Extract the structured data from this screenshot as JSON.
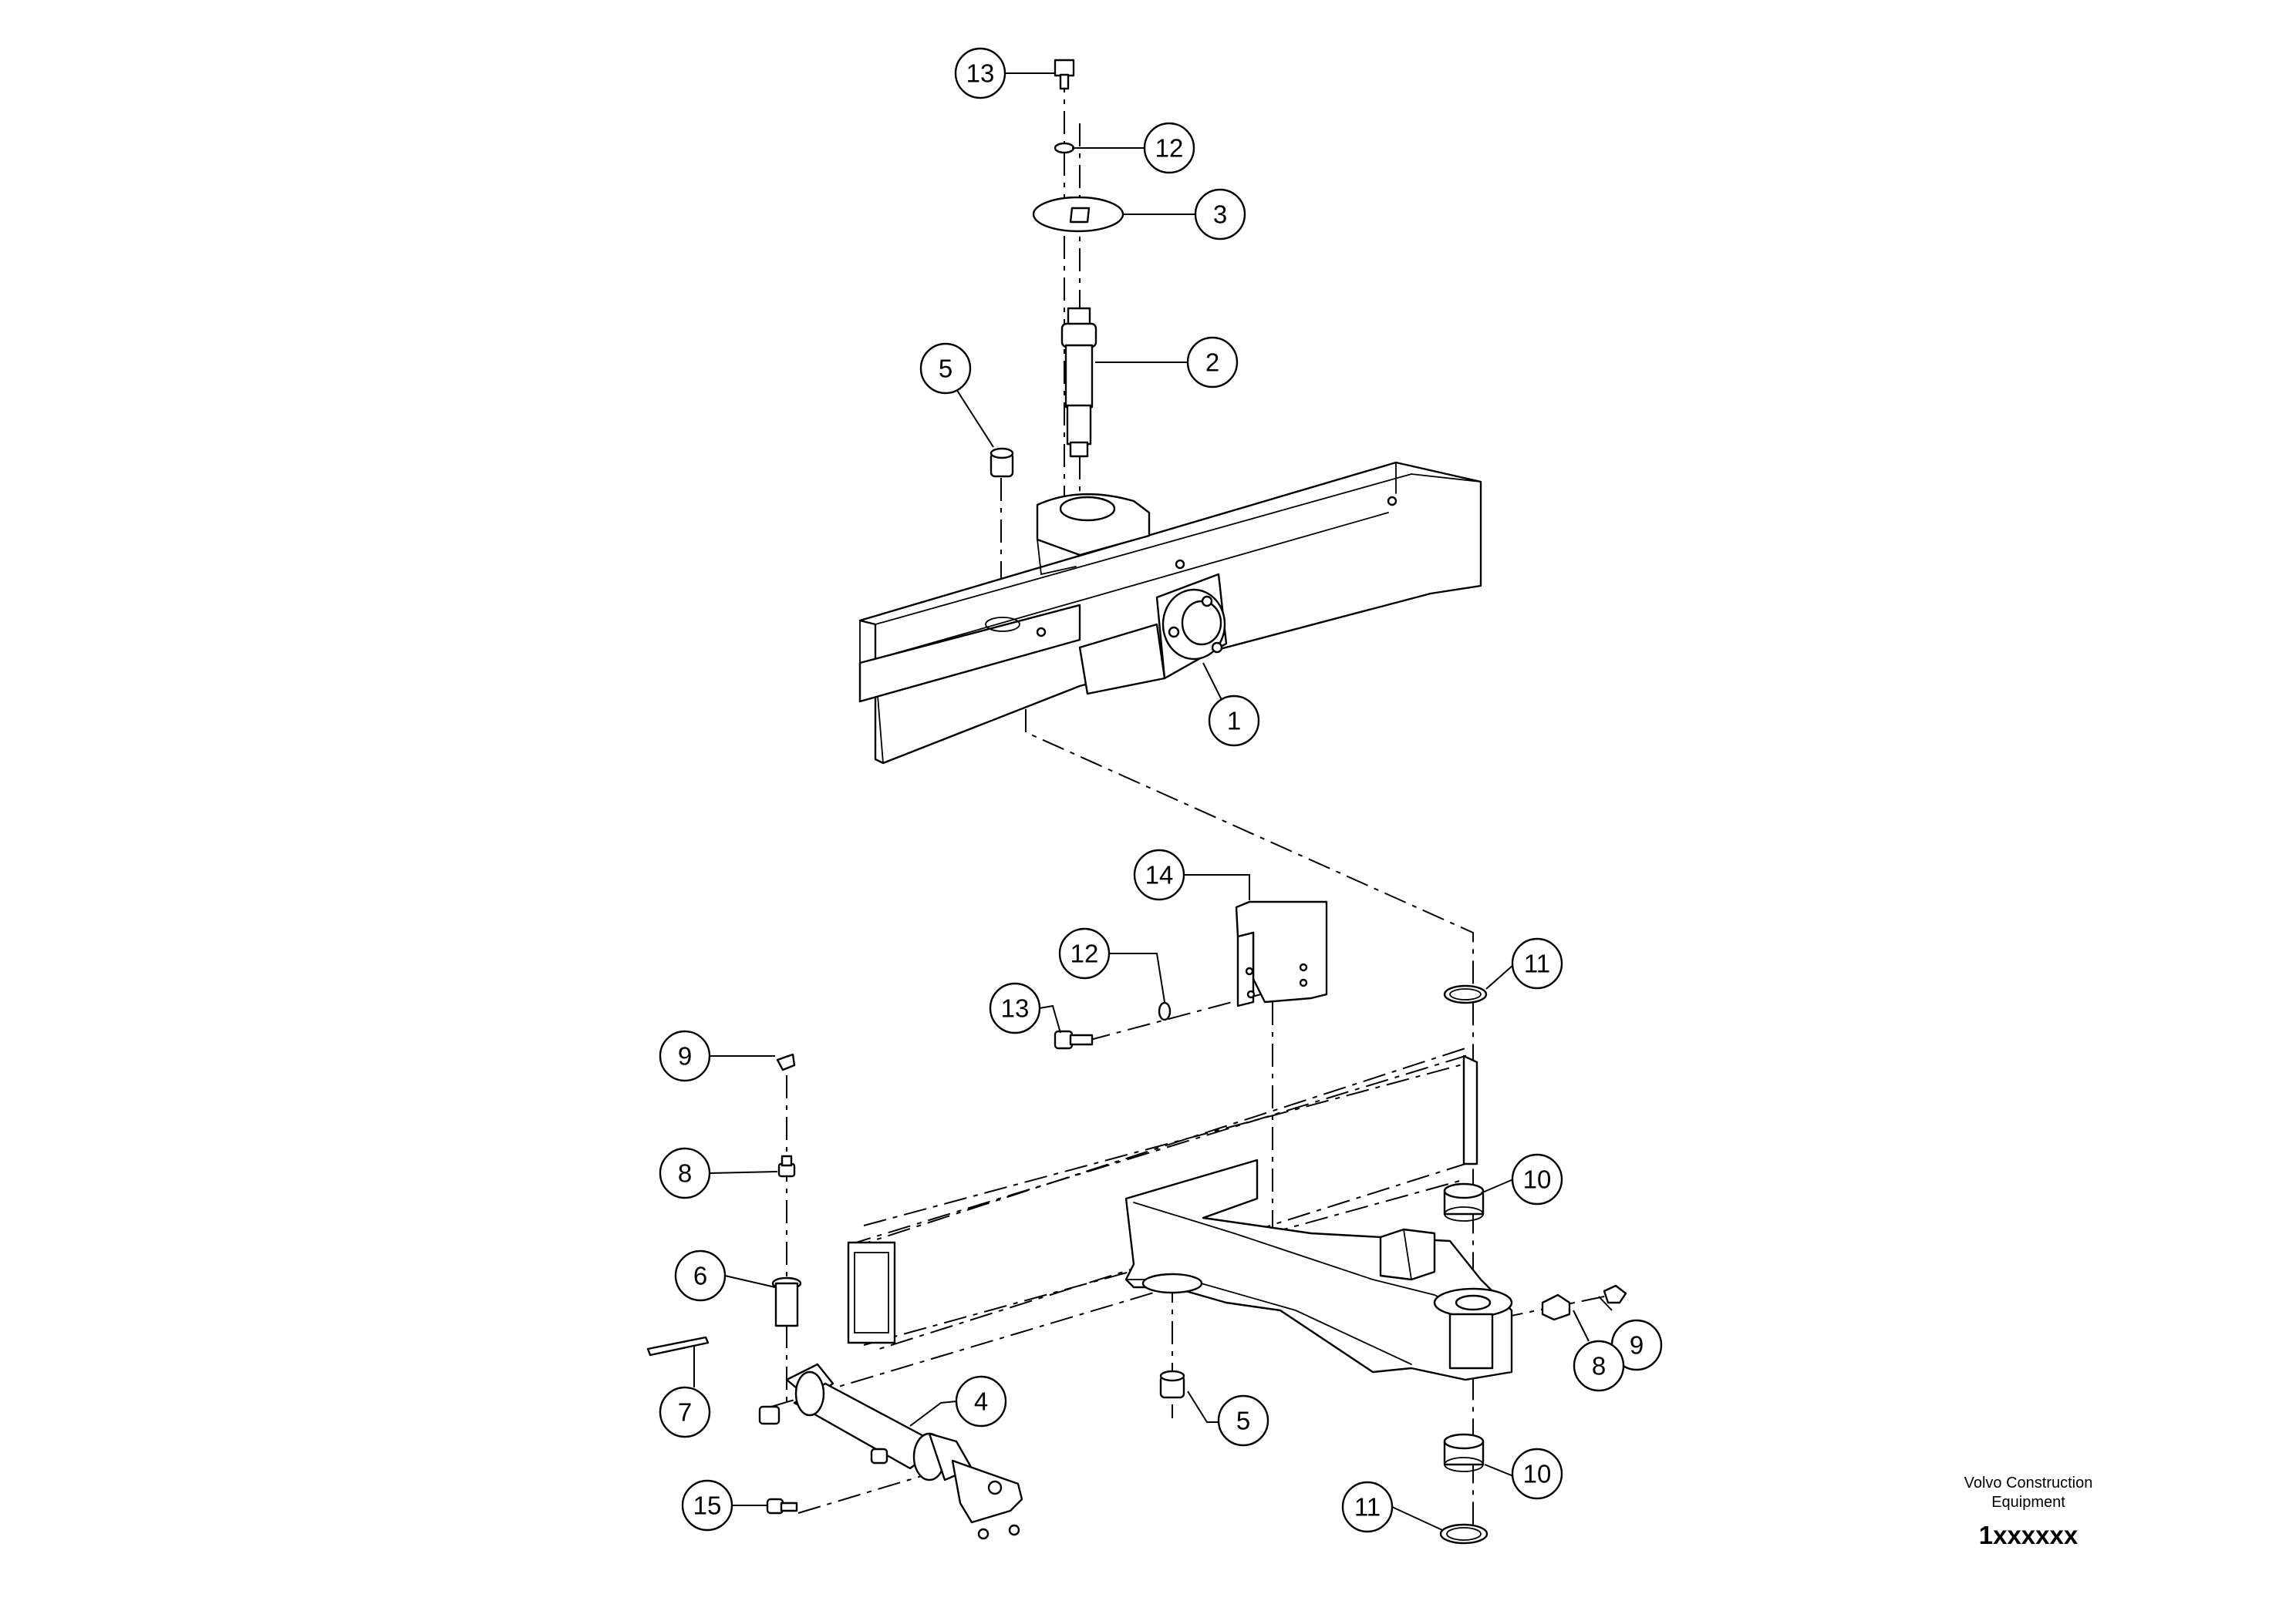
{
  "diagram": {
    "callouts": [
      {
        "id": "c13-top",
        "label": "13"
      },
      {
        "id": "c12-top",
        "label": "12"
      },
      {
        "id": "c3",
        "label": "3"
      },
      {
        "id": "c2",
        "label": "2"
      },
      {
        "id": "c5-top",
        "label": "5"
      },
      {
        "id": "c1",
        "label": "1"
      },
      {
        "id": "c14",
        "label": "14"
      },
      {
        "id": "c12-mid",
        "label": "12"
      },
      {
        "id": "c13-mid",
        "label": "13"
      },
      {
        "id": "c11-top",
        "label": "11"
      },
      {
        "id": "c9-left",
        "label": "9"
      },
      {
        "id": "c8-left",
        "label": "8"
      },
      {
        "id": "c10-top",
        "label": "10"
      },
      {
        "id": "c6",
        "label": "6"
      },
      {
        "id": "c9-right",
        "label": "9"
      },
      {
        "id": "c8-right",
        "label": "8"
      },
      {
        "id": "c7",
        "label": "7"
      },
      {
        "id": "c4",
        "label": "4"
      },
      {
        "id": "c5-bottom",
        "label": "5"
      },
      {
        "id": "c10-bottom",
        "label": "10"
      },
      {
        "id": "c15",
        "label": "15"
      },
      {
        "id": "c11-bottom",
        "label": "11"
      }
    ]
  },
  "footer": {
    "company_line1": "Volvo Construction",
    "company_line2": "Equipment",
    "code": "1xxxxxx"
  }
}
